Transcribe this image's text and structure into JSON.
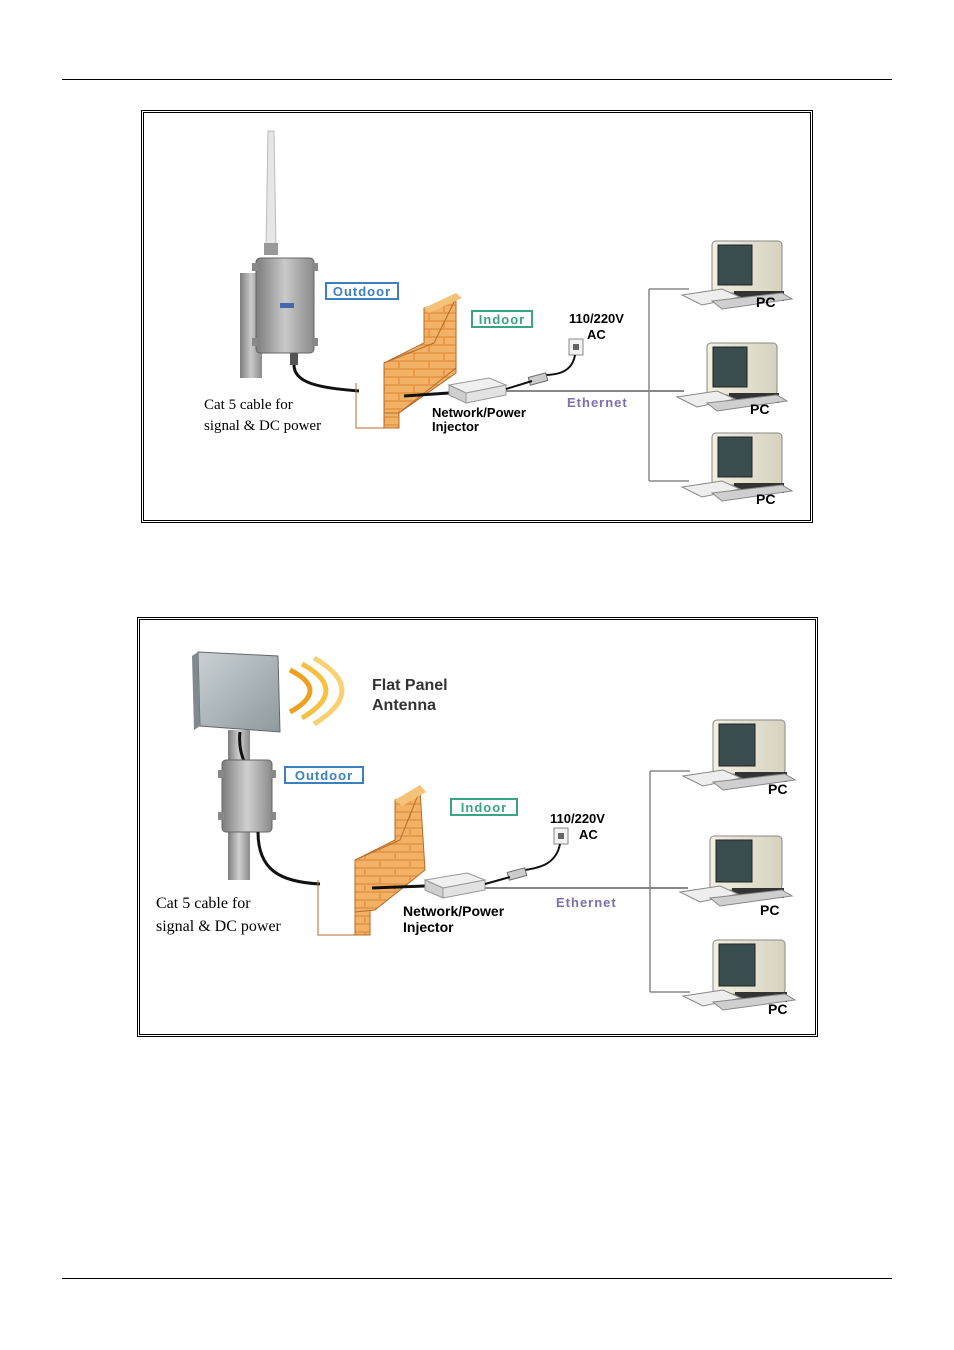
{
  "figure1": {
    "outdoor": "Outdoor",
    "indoor": "Indoor",
    "voltage": "110/220V",
    "ac": "AC",
    "injector_line1": "Network/Power",
    "injector_line2": "Injector",
    "ethernet": "Ethernet",
    "cable_line1": "Cat 5 cable for",
    "cable_line2": "signal & DC power",
    "pcs": [
      "PC",
      "PC",
      "PC"
    ]
  },
  "figure2": {
    "antenna_line1": "Flat Panel",
    "antenna_line2": "Antenna",
    "outdoor": "Outdoor",
    "indoor": "Indoor",
    "voltage": "110/220V",
    "ac": "AC",
    "injector_line1": "Network/Power",
    "injector_line2": "Injector",
    "ethernet": "Ethernet",
    "cable_line1": "Cat 5 cable for",
    "cable_line2": "signal & DC power",
    "pcs": [
      "PC",
      "PC",
      "PC"
    ]
  },
  "colors": {
    "outdoor_tag": "#3a7fc0",
    "indoor_tag": "#3aa585",
    "ethernet_text": "#7d6fb0",
    "brick": "#d9833a",
    "antenna_text": "#333333"
  }
}
